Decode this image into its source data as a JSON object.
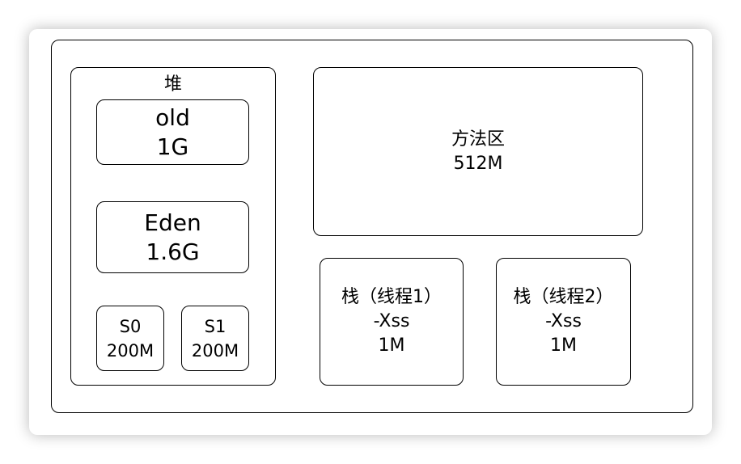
{
  "diagram": {
    "heap": {
      "title": "堆",
      "old": {
        "name": "old",
        "size": "1G"
      },
      "eden": {
        "name": "Eden",
        "size": "1.6G"
      },
      "s0": {
        "name": "S0",
        "size": "200M"
      },
      "s1": {
        "name": "S1",
        "size": "200M"
      }
    },
    "method_area": {
      "name": "方法区",
      "size": "512M"
    },
    "stacks": [
      {
        "name": "栈（线程1）",
        "option": "-Xss",
        "size": "1M"
      },
      {
        "name": "栈（线程2）",
        "option": "-Xss",
        "size": "1M"
      }
    ]
  }
}
